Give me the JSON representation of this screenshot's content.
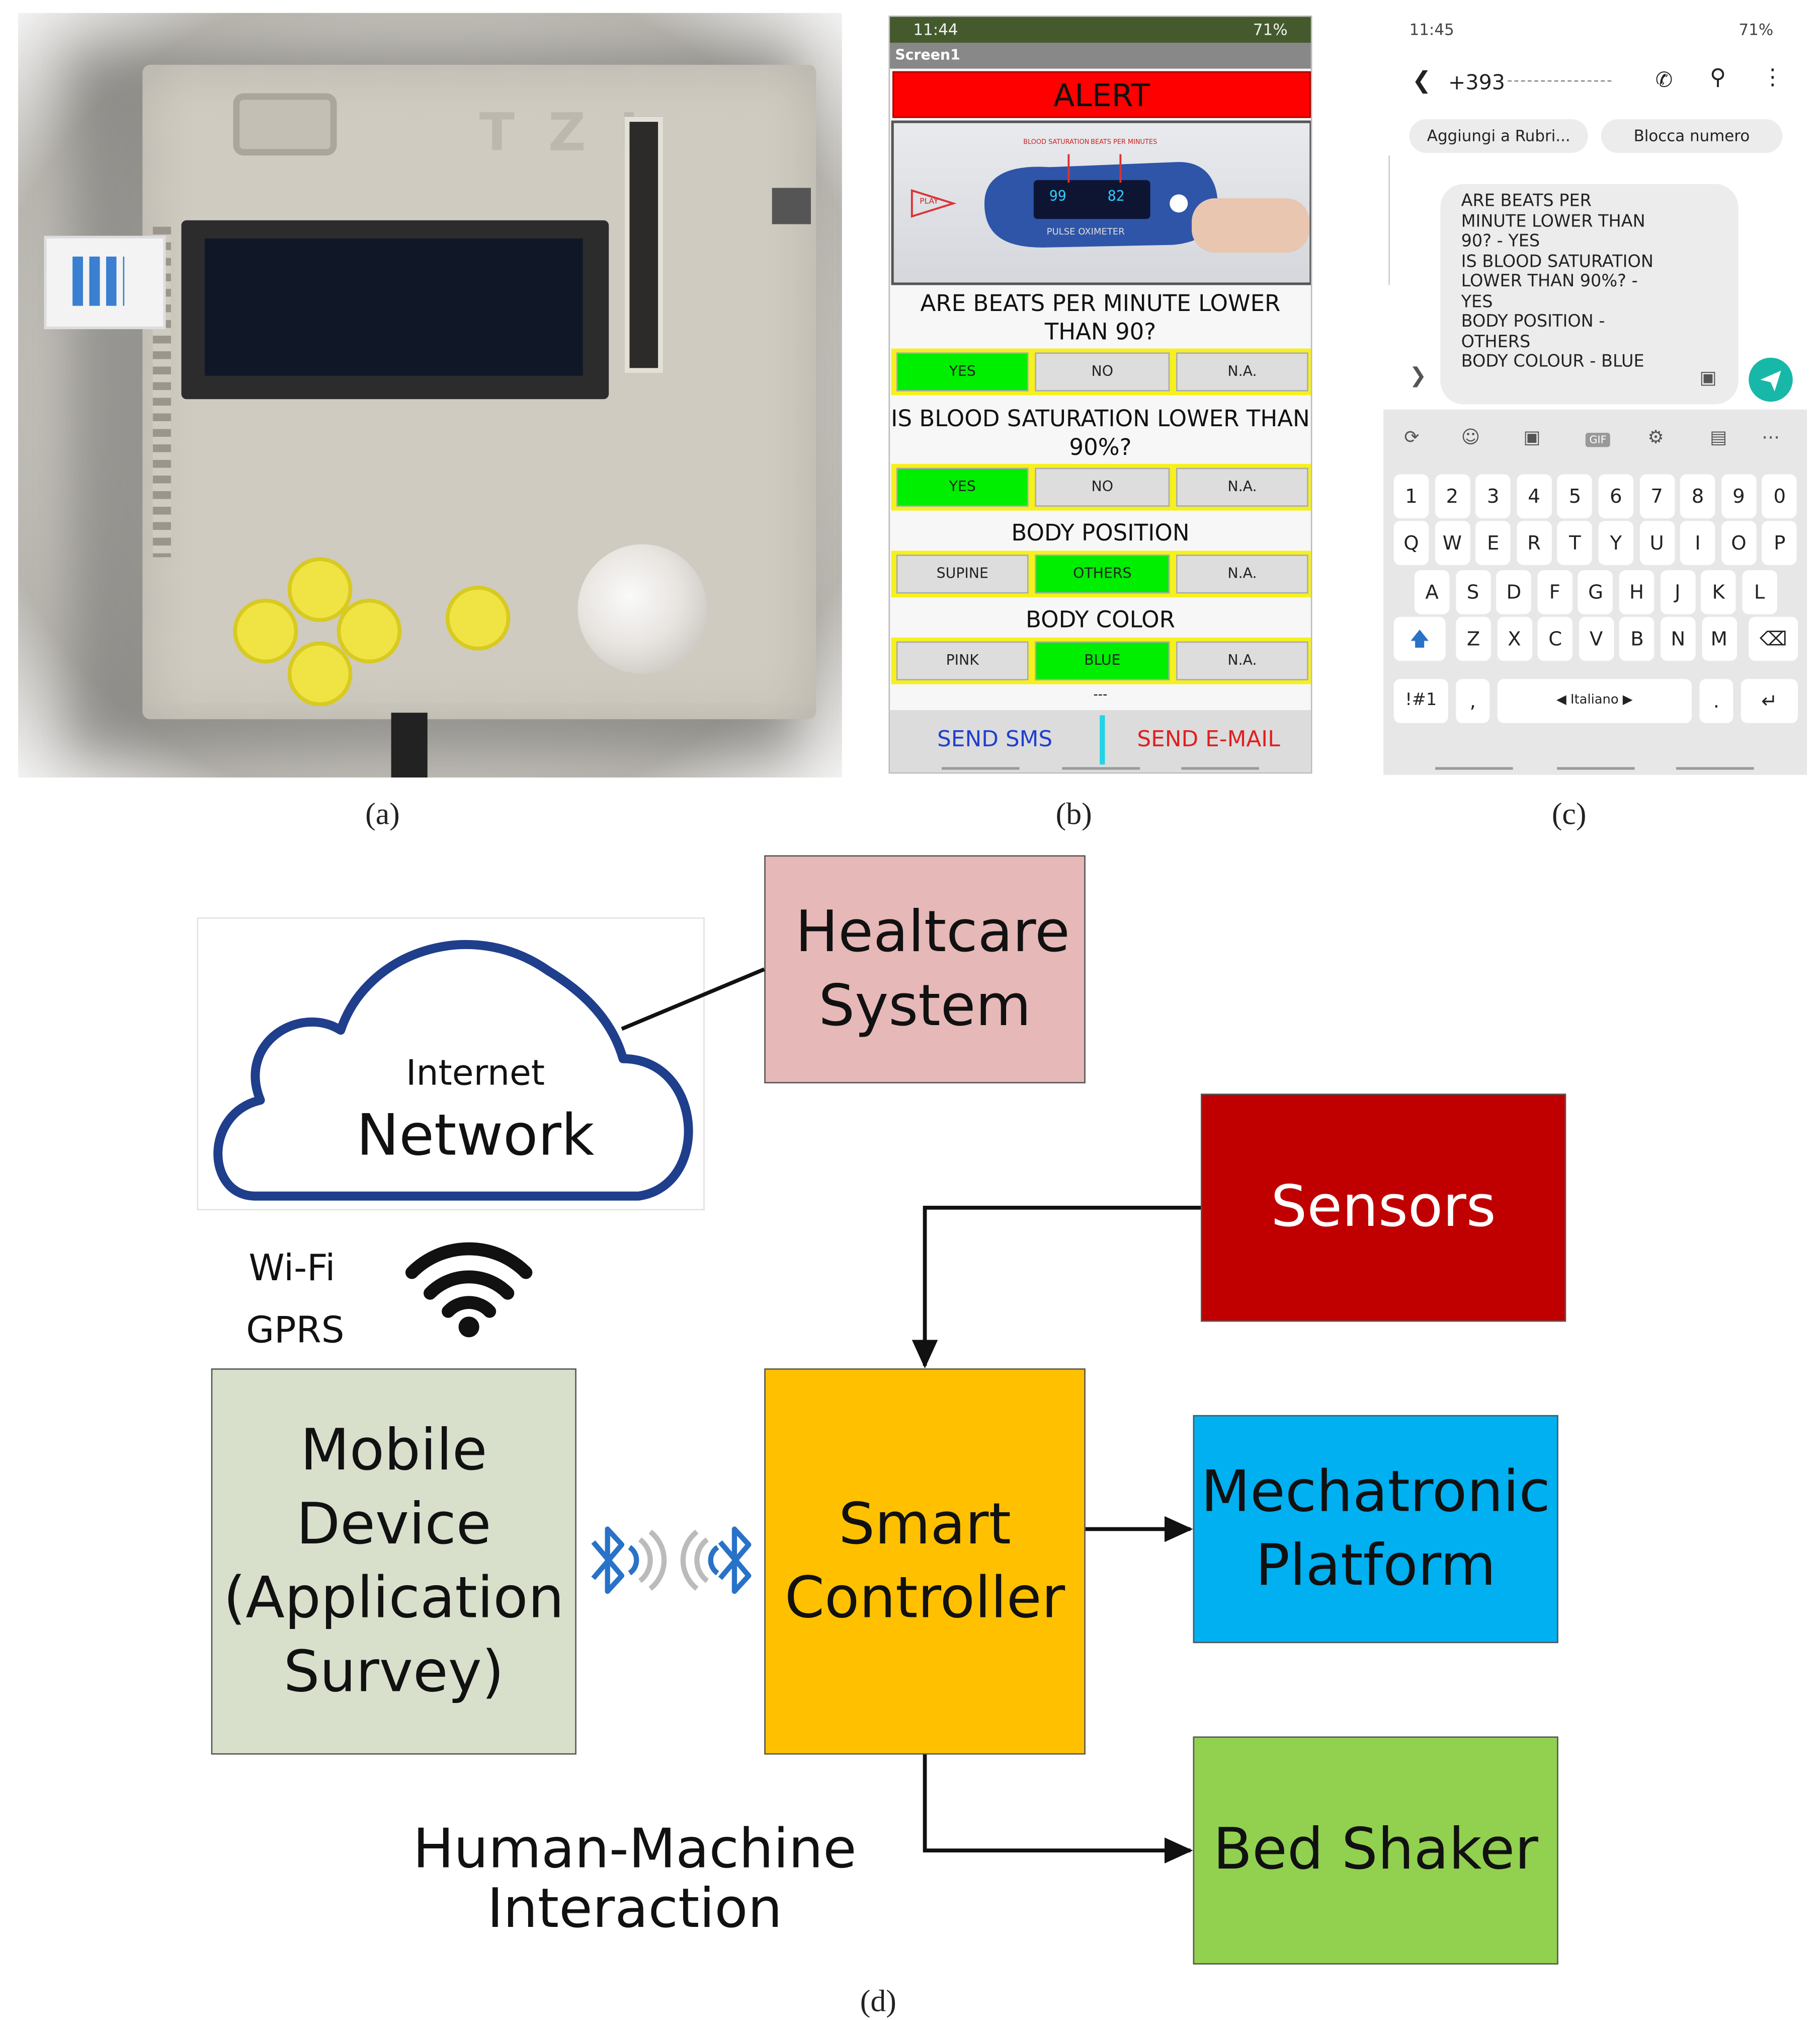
{
  "captions": {
    "a": "(a)",
    "b": "(b)",
    "c": "(c)",
    "d": "(d)"
  },
  "device_photo": {
    "emboss_text": "T Z I"
  },
  "app_screen": {
    "status_time": "11:44",
    "status_right": "71%",
    "screen_title": "Screen1",
    "alert": "ALERT",
    "video_labels": {
      "left": "BLOOD SATURATION",
      "right": "BEATS PER MINUTES",
      "play": "PLAY",
      "device": "PULSE OXIMETER",
      "reading_spo2": "99",
      "reading_pr": "82"
    },
    "questions": [
      {
        "text": "ARE BEATS PER MINUTE LOWER THAN 90?",
        "options": [
          "YES",
          "NO",
          "N.A."
        ],
        "selected": 0
      },
      {
        "text": "IS BLOOD SATURATION LOWER THAN 90%?",
        "options": [
          "YES",
          "NO",
          "N.A."
        ],
        "selected": 0
      },
      {
        "text": "BODY POSITION",
        "options": [
          "SUPINE",
          "OTHERS",
          "N.A."
        ],
        "selected": 1
      },
      {
        "text": "BODY COLOR",
        "options": [
          "PINK",
          "BLUE",
          "N.A."
        ],
        "selected": 1
      }
    ],
    "ellipsis": "---",
    "send_sms": "SEND SMS",
    "send_email": "SEND E-MAIL",
    "colors": {
      "selected": "#00ee00",
      "row": "#f6f01c",
      "alert": "#ff0000"
    }
  },
  "sms_screen": {
    "status_time": "11:45",
    "status_right": "71%",
    "number": "+393",
    "chip_add": "Aggiungi a Rubri...",
    "chip_block": "Blocca numero",
    "message": "ARE BEATS PER\nMINUTE LOWER THAN\n90? - YES\nIS BLOOD SATURATION\nLOWER THAN 90%? -\nYES\nBODY POSITION -\nOTHERS\nBODY COLOUR - BLUE",
    "keyboard": {
      "row_numbers": [
        "1",
        "2",
        "3",
        "4",
        "5",
        "6",
        "7",
        "8",
        "9",
        "0"
      ],
      "row_q": [
        "Q",
        "W",
        "E",
        "R",
        "T",
        "Y",
        "U",
        "I",
        "O",
        "P"
      ],
      "row_a": [
        "A",
        "S",
        "D",
        "F",
        "G",
        "H",
        "J",
        "K",
        "L"
      ],
      "row_z": [
        "Z",
        "X",
        "C",
        "V",
        "B",
        "N",
        "M"
      ],
      "symbols": "!#1",
      "comma": ",",
      "space": "Italiano",
      "period": ".",
      "gif": "GIF"
    }
  },
  "diagram": {
    "healthcare": "Healtcare System",
    "internet_small": "Internet",
    "internet_big": "Network",
    "wifi": "Wi-Fi",
    "gprs": "GPRS",
    "mobile": "Mobile Device (Application Survey)",
    "controller": "Smart Controller",
    "sensors": "Sensors",
    "mechatronic": "Mechatronic Platform",
    "bed_shaker": "Bed Shaker",
    "hmi": "Human-Machine Interaction",
    "colors": {
      "healthcare": "#e6b8b7",
      "mobile": "#d8e0cc",
      "controller": "#ffc000",
      "sensors": "#c00000",
      "mechatronic": "#00b0f0",
      "bed_shaker": "#92d050",
      "cloud_stroke": "#1f3e8c",
      "bluetooth": "#2872c8"
    }
  }
}
